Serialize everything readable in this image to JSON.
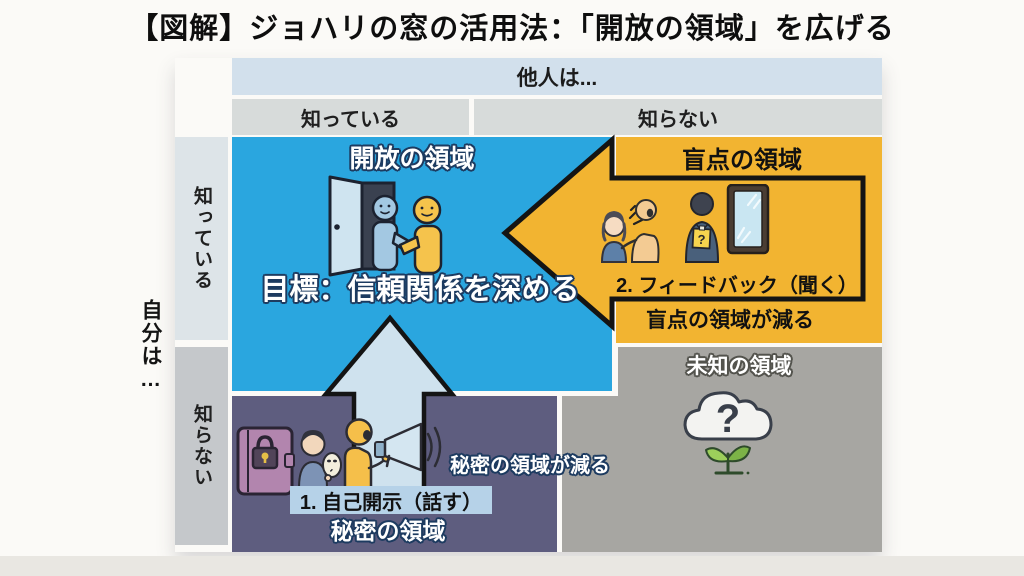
{
  "page": {
    "title": "【図解】ジョハリの窓の活用法：「開放の領域」を広げる"
  },
  "axes": {
    "others": {
      "label": "他人は...",
      "known": "知っている",
      "unknown": "知らない"
    },
    "self": {
      "label": "自分は…",
      "known": "知っている",
      "unknown": "知らない"
    }
  },
  "quadrants": {
    "open": {
      "name": "開放の領域",
      "goal": "目標：信頼関係を深める",
      "color": "#2aa6df"
    },
    "blind": {
      "name": "盲点の領域",
      "step": "2. フィードバック（聞く）",
      "effect": "盲点の領域が減る",
      "color": "#f2b431"
    },
    "hidden": {
      "name": "秘密の領域",
      "step": "1. 自己開示（話す）",
      "effect": "秘密の領域が減る",
      "color": "#5e5d7f"
    },
    "unknown": {
      "name": "未知の領域",
      "mark": "?",
      "color": "#a7a6a2"
    }
  },
  "icons": {
    "open": "open-door-handshake-icon",
    "blind": "feedback-talk-mirror-icon",
    "blind_note_mark": "?",
    "hidden": "locked-diary-mask-megaphone-icon",
    "unknown": "question-cloud-sprout-icon",
    "feedback_arrow": "left-arrow",
    "disclosure_arrow": "up-arrow"
  }
}
